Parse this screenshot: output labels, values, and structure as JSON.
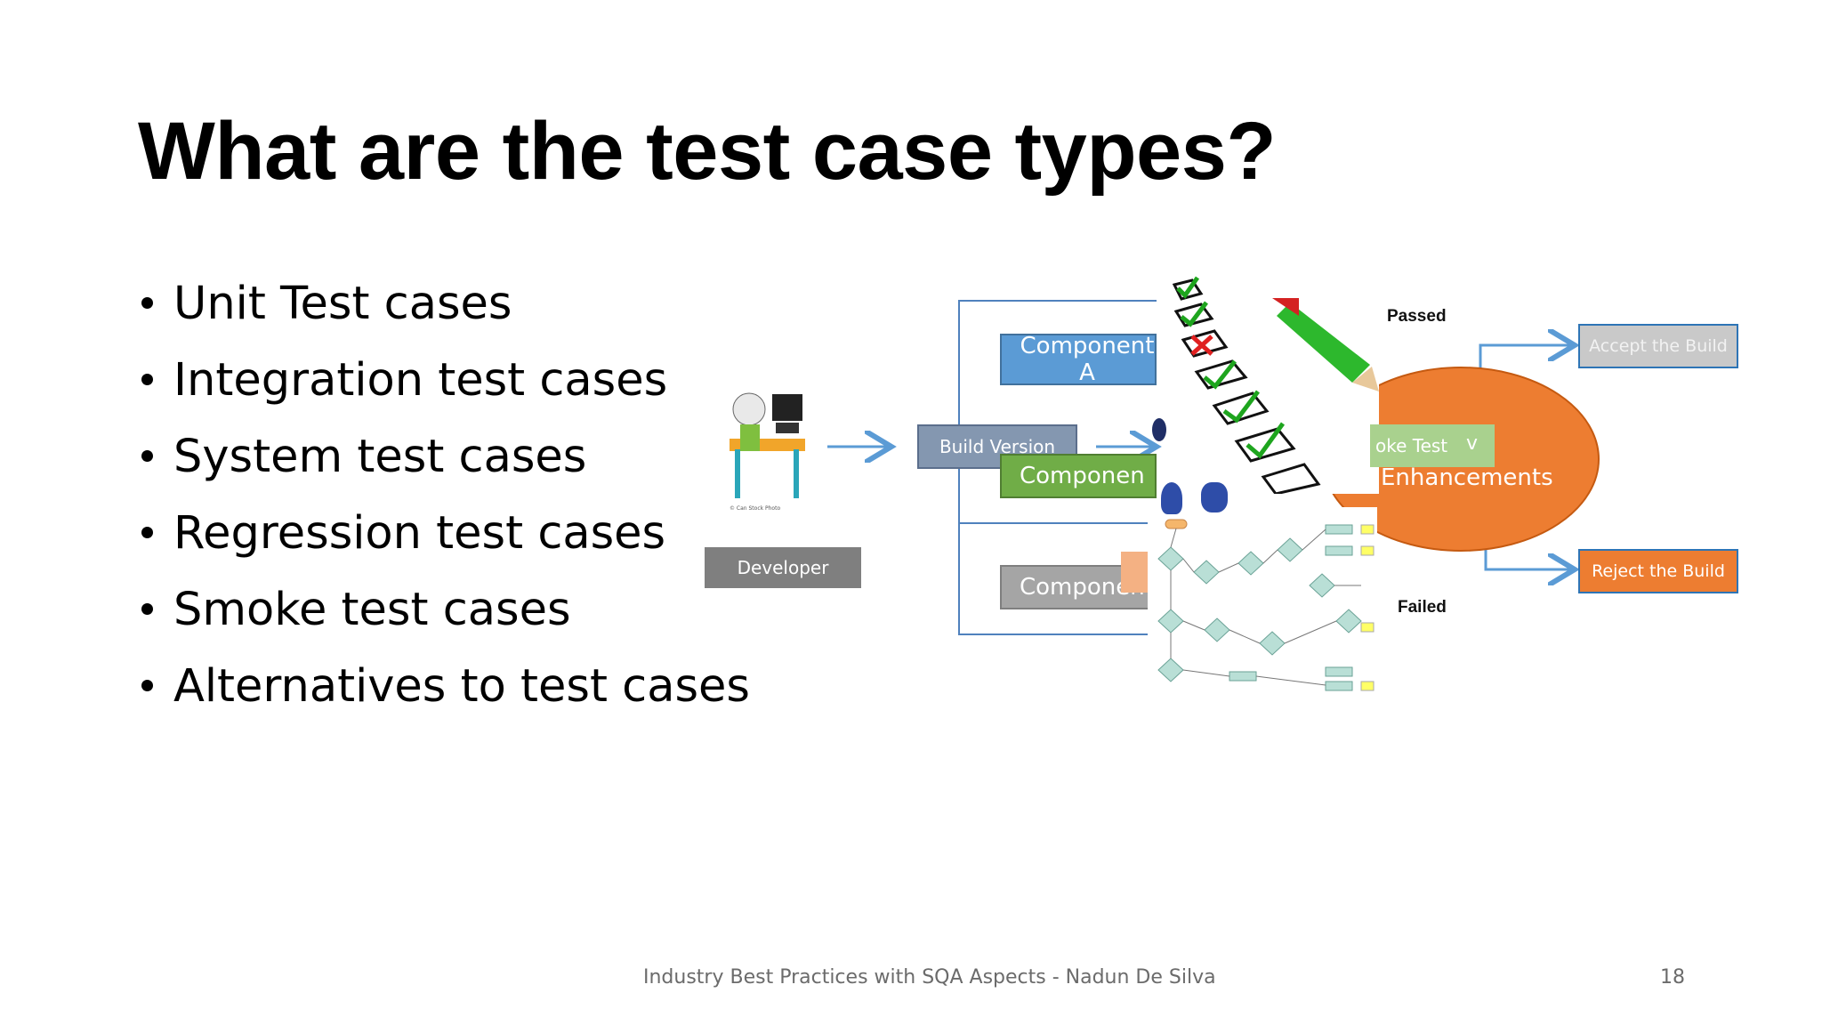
{
  "slide": {
    "title": "What are the test case types?",
    "bullets": [
      "Unit Test cases",
      "Integration test cases",
      "System test cases",
      "Regression test cases",
      "Smoke test cases",
      "Alternatives to test cases"
    ],
    "footer_text": "Industry Best Practices with SQA Aspects - Nadun De Silva",
    "page_number": "18"
  },
  "diagram": {
    "developer_label": "Developer",
    "build_version_label": "Build Version",
    "component_a_label": "Component A",
    "component_b_label": "Componen",
    "component_c_label": "Componen",
    "smoke_test_label": "oke Test",
    "enhancements_label": "Enhancements",
    "new_label": "v",
    "passed_label": "Passed",
    "failed_label": "Failed",
    "accept_label": "Accept the Build",
    "reject_label": "Reject the Build",
    "colors": {
      "component_a": "#5b9bd5",
      "component_b": "#70ad47",
      "component_c": "#a5a5a5",
      "build_version": "#8497b0",
      "developer": "#7f7f7f",
      "enhancements": "#ed7d31",
      "accept": "#c9c9c9",
      "reject": "#ed7d31",
      "arrows": "#5b9bd5"
    },
    "icons": [
      "developer-clipart-icon",
      "checklist-pencil-icon",
      "flowchart-thumbnail-icon"
    ]
  }
}
